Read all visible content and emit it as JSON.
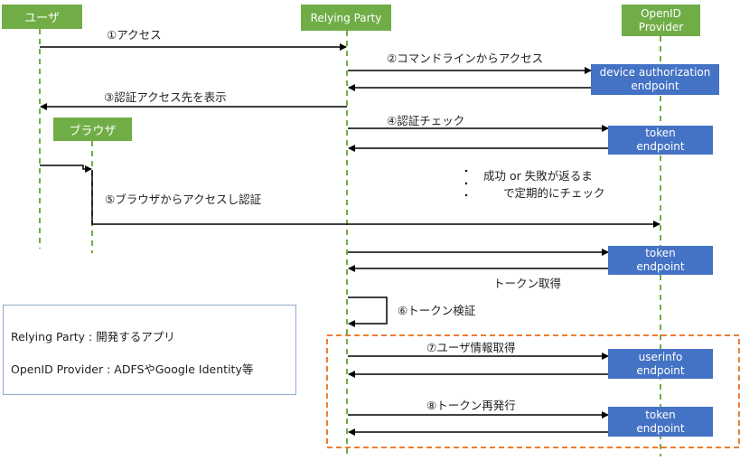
{
  "colors": {
    "actor": "#70ad47",
    "endpoint": "#4472c4",
    "lifeline": "#70ad47",
    "group_border": "#ed7d31",
    "legend_border": "#8fa9c8"
  },
  "actors": {
    "user": "ユーザ",
    "rp": "Relying Party",
    "op": "OpenID\nProvider",
    "browser": "ブラウザ"
  },
  "endpoints": {
    "device_auth": [
      "device authorization",
      "endpoint"
    ],
    "token1": [
      "token",
      "endpoint"
    ],
    "token2": [
      "token",
      "endpoint"
    ],
    "userinfo": [
      "userinfo",
      "endpoint"
    ],
    "token3": [
      "token",
      "endpoint"
    ]
  },
  "messages": {
    "m1": "①アクセス",
    "m2": "②コマンドラインからアクセス",
    "m3": "③認証アクセス先を表示",
    "m4": "④認証チェック",
    "m5": "⑤ブラウザからアクセスし認証",
    "get_token": "トークン取得",
    "m6": "⑥トークン検証",
    "m7": "⑦ユーザ情報取得",
    "m8": "⑧トークン再発行"
  },
  "note": {
    "line1": "成功 or 失敗が返るま",
    "line2": "で定期的にチェック"
  },
  "legend": {
    "line1": "Relying Party : 開発するアプリ",
    "line2": "OpenID Provider : ADFSやGoogle Identity等"
  }
}
